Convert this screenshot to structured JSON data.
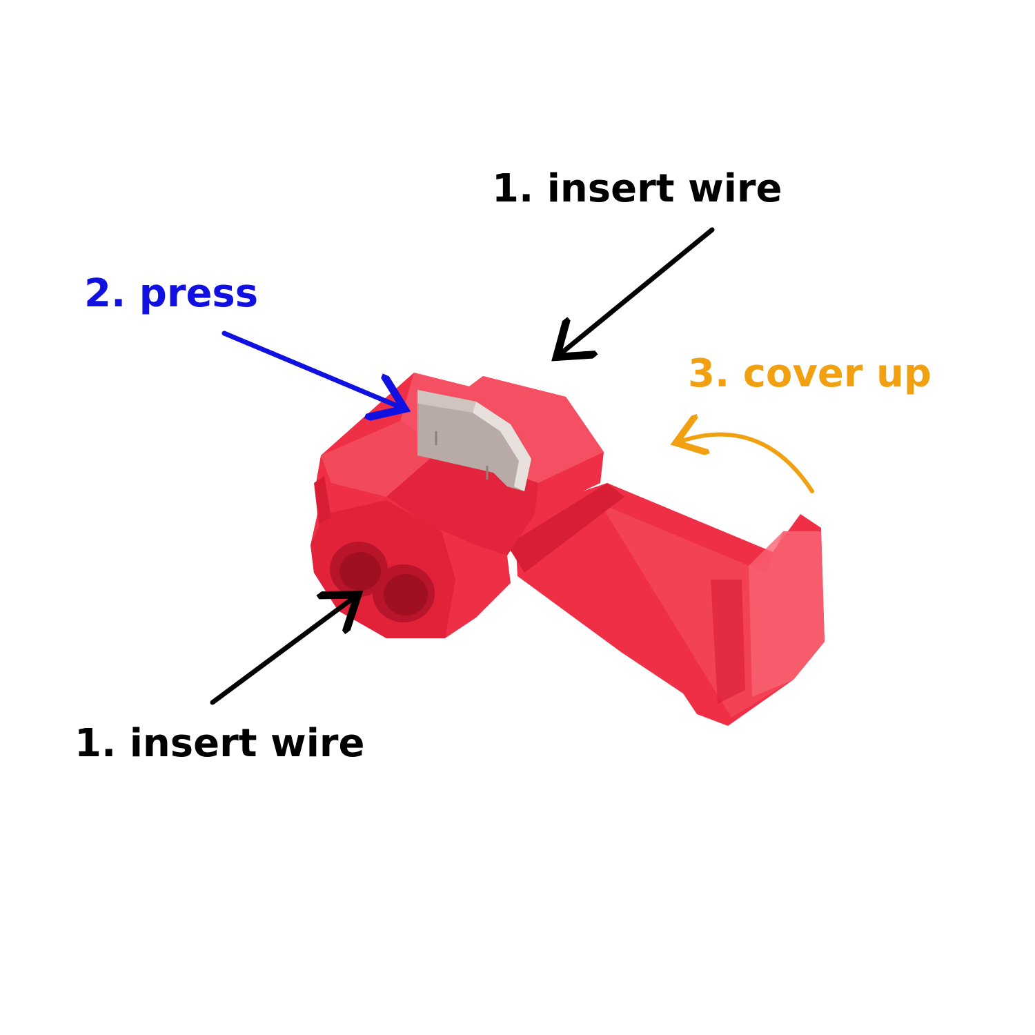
{
  "labels": {
    "step1_top": "1. insert wire",
    "step2": "2. press",
    "step3": "3. cover up",
    "step1_bottom": "1. insert wire"
  },
  "colors": {
    "step1": "#000000",
    "step2": "#1010e0",
    "step3": "#f0a010",
    "connector": "#ee2f45",
    "connector_dark": "#d81e35",
    "connector_light": "#f75b6c",
    "blade": "#b8aaa6"
  },
  "icons": {
    "connector": "quick-splice-wire-connector",
    "blade": "metal-blade"
  }
}
